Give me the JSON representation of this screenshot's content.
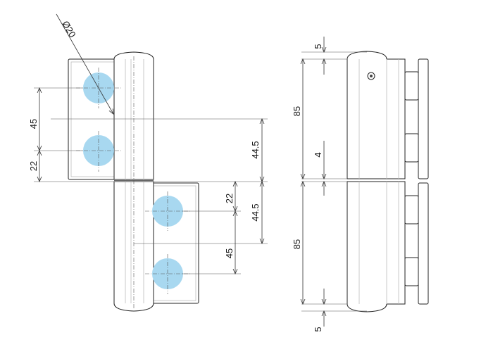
{
  "dimensions": {
    "hole_diameter": "Ø20",
    "front": {
      "upper_hole_spacing": "45",
      "upper_bottom_offset": "22",
      "upper_to_center": "44.5",
      "lower_top_offset": "22",
      "lower_to_center": "44.5",
      "lower_hole_spacing": "45"
    },
    "side": {
      "top_cap": "5",
      "upper_length": "85",
      "gap": "4",
      "lower_length": "85",
      "bottom_cap": "5"
    }
  },
  "colors": {
    "hole_fill": "#a8d8f0",
    "line": "#222222"
  }
}
